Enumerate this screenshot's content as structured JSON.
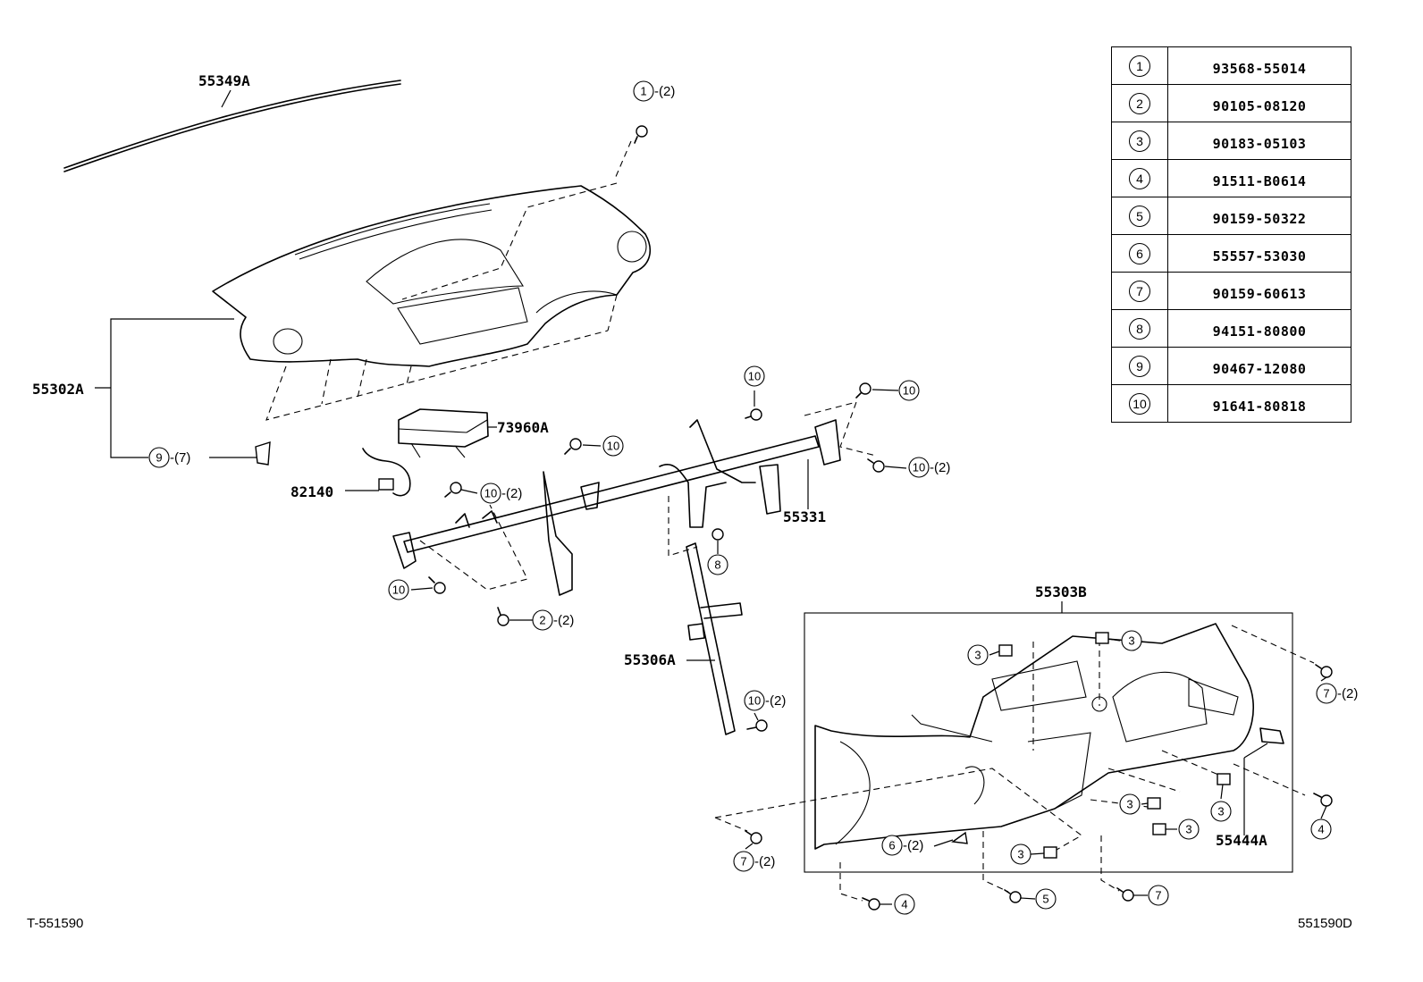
{
  "diagram": {
    "part_labels": {
      "windshield_moulding": "55349A",
      "instrument_panel": "55302A",
      "airbag_assembly": "73960A",
      "wire_harness": "82140",
      "reinforcement_tube": "55331",
      "brace": "55306A",
      "lower_panel_group": "55303B",
      "lower_bracket": "55444A"
    },
    "callouts": [
      {
        "num": "1",
        "qty": "-(2)"
      },
      {
        "num": "9",
        "qty": "-(7)"
      },
      {
        "num": "10",
        "qty": ""
      },
      {
        "num": "10",
        "qty": "-(2)"
      },
      {
        "num": "10",
        "qty": ""
      },
      {
        "num": "10",
        "qty": ""
      },
      {
        "num": "10",
        "qty": "-(2)"
      },
      {
        "num": "8",
        "qty": ""
      },
      {
        "num": "10",
        "qty": ""
      },
      {
        "num": "2",
        "qty": "-(2)"
      },
      {
        "num": "10",
        "qty": "-(2)"
      },
      {
        "num": "3",
        "qty": ""
      },
      {
        "num": "3",
        "qty": ""
      },
      {
        "num": "7",
        "qty": "-(2)"
      },
      {
        "num": "3",
        "qty": ""
      },
      {
        "num": "3",
        "qty": ""
      },
      {
        "num": "3",
        "qty": ""
      },
      {
        "num": "4",
        "qty": ""
      },
      {
        "num": "6",
        "qty": "-(2)"
      },
      {
        "num": "3",
        "qty": ""
      },
      {
        "num": "7",
        "qty": "-(2)"
      },
      {
        "num": "4",
        "qty": ""
      },
      {
        "num": "5",
        "qty": ""
      },
      {
        "num": "7",
        "qty": ""
      }
    ],
    "figure_code_left": "T-551590",
    "figure_code_right": "551590D"
  },
  "legend": [
    {
      "key": "1",
      "part_number": "93568-55014"
    },
    {
      "key": "2",
      "part_number": "90105-08120"
    },
    {
      "key": "3",
      "part_number": "90183-05103"
    },
    {
      "key": "4",
      "part_number": "91511-B0614"
    },
    {
      "key": "5",
      "part_number": "90159-50322"
    },
    {
      "key": "6",
      "part_number": "55557-53030"
    },
    {
      "key": "7",
      "part_number": "90159-60613"
    },
    {
      "key": "8",
      "part_number": "94151-80800"
    },
    {
      "key": "9",
      "part_number": "90467-12080"
    },
    {
      "key": "10",
      "part_number": "91641-80818"
    }
  ]
}
